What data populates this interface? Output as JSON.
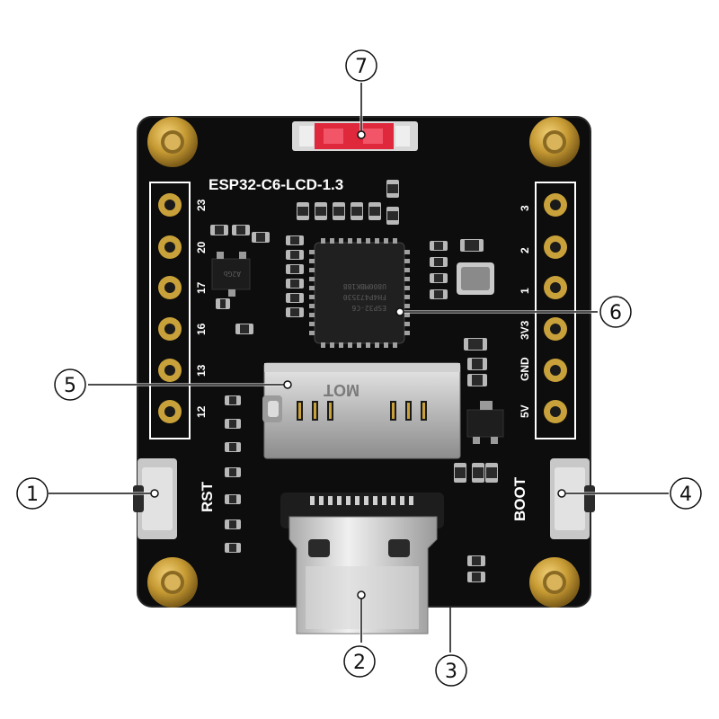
{
  "board": {
    "title": "ESP32-C6-LCD-1.3",
    "pcb_color": "#101010",
    "gold_color": "#c9a13a",
    "accent_led": "#e0283c"
  },
  "header_left": {
    "pins": [
      "23",
      "20",
      "17",
      "16",
      "13",
      "12"
    ]
  },
  "header_right": {
    "pins": [
      "3",
      "2",
      "1",
      "3V3",
      "GND",
      "5V"
    ]
  },
  "buttons": {
    "rst_label": "RST",
    "boot_label": "BOOT"
  },
  "sd_slot": {
    "label": "MOT"
  },
  "chip": {
    "lines": [
      "ESP32-C6",
      "FH4P473530",
      "U800MBK188"
    ]
  },
  "regulator": {
    "text": "A2Gb"
  },
  "callouts": [
    {
      "id": "1",
      "label": "①"
    },
    {
      "id": "2",
      "label": "②"
    },
    {
      "id": "3",
      "label": "③"
    },
    {
      "id": "4",
      "label": "④"
    },
    {
      "id": "5",
      "label": "⑤"
    },
    {
      "id": "6",
      "label": "⑥"
    },
    {
      "id": "7",
      "label": "⑦"
    }
  ]
}
